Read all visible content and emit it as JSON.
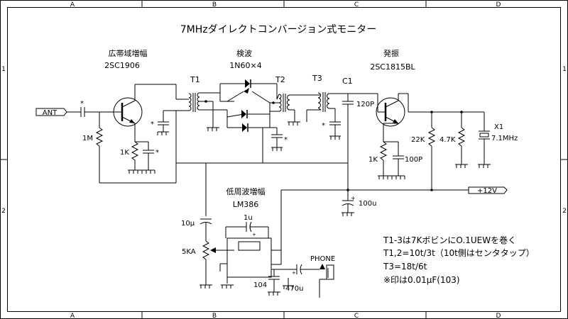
{
  "title": "7MHzダイレクトコンバージョン式モニター",
  "border": {
    "columns": [
      "A",
      "B",
      "C",
      "D"
    ],
    "rows": [
      "1",
      "2"
    ]
  },
  "sections": {
    "amp_title": "広帯域増幅",
    "amp_part": "2SC1906",
    "det_title": "検波",
    "det_part": "1N60×4",
    "osc_title": "発振",
    "osc_part": "2SC1815BL",
    "af_title": "低周波増幅",
    "af_part": "LM386"
  },
  "labels": {
    "ant": "ANT",
    "t1": "T1",
    "t2": "T2",
    "t3": "T3",
    "c1": "C1",
    "c1_val": "120P",
    "r_1m": "1M",
    "r_1k_a": "1K",
    "r_1k_b": "1K",
    "c_100p": "100P",
    "r_22k": "22K",
    "r_4_7k": "4.7K",
    "x1": "X1",
    "x1_freq": "7.1MHz",
    "power": "+12V",
    "c_100u": "100u",
    "c_10u": "10μ",
    "c_1u": "1u",
    "vr": "5KA",
    "c_104": "104",
    "c_470u": "470u",
    "phone": "PHONE",
    "star": "*"
  },
  "notes": [
    "T1-3は7KボビンにO.1UEWを巻く",
    "T1,2=10t/3t（10t側はセンタタップ）",
    "T3=18t/6t",
    "※印は0.01μF(103)"
  ]
}
